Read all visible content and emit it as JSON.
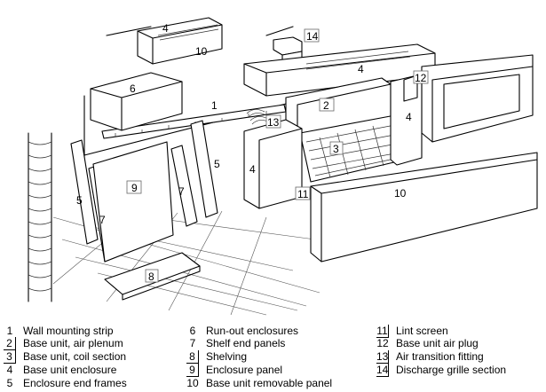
{
  "callouts": [
    {
      "n": "1"
    },
    {
      "n": "2"
    },
    {
      "n": "3"
    },
    {
      "n": "4"
    },
    {
      "n": "5"
    },
    {
      "n": "6"
    },
    {
      "n": "7"
    },
    {
      "n": "8"
    },
    {
      "n": "9"
    },
    {
      "n": "10"
    },
    {
      "n": "11"
    },
    {
      "n": "12"
    },
    {
      "n": "13"
    },
    {
      "n": "14"
    }
  ],
  "legend": [
    {
      "num": "1",
      "text": "Wall mounting strip",
      "boxed": false
    },
    {
      "num": "2",
      "text": "Base unit, air plenum",
      "boxed": true
    },
    {
      "num": "3",
      "text": "Base unit, coil section",
      "boxed": true
    },
    {
      "num": "4",
      "text": "Base unit enclosure",
      "boxed": false
    },
    {
      "num": "5",
      "text": "Enclosure end frames",
      "boxed": false
    },
    {
      "num": "6",
      "text": "Run-out enclosures",
      "boxed": false
    },
    {
      "num": "7",
      "text": "Shelf end panels",
      "boxed": false
    },
    {
      "num": "8",
      "text": "Shelving",
      "boxed": true
    },
    {
      "num": "9",
      "text": "Enclosure panel",
      "boxed": true
    },
    {
      "num": "10",
      "text": "Base unit removable panel",
      "boxed": false
    },
    {
      "num": "11",
      "text": "Lint screen",
      "boxed": true
    },
    {
      "num": "12",
      "text": "Base unit air plug",
      "boxed": false
    },
    {
      "num": "13",
      "text": "Air transition fitting",
      "boxed": true
    },
    {
      "num": "14",
      "text": "Discharge grille section",
      "boxed": true
    }
  ]
}
